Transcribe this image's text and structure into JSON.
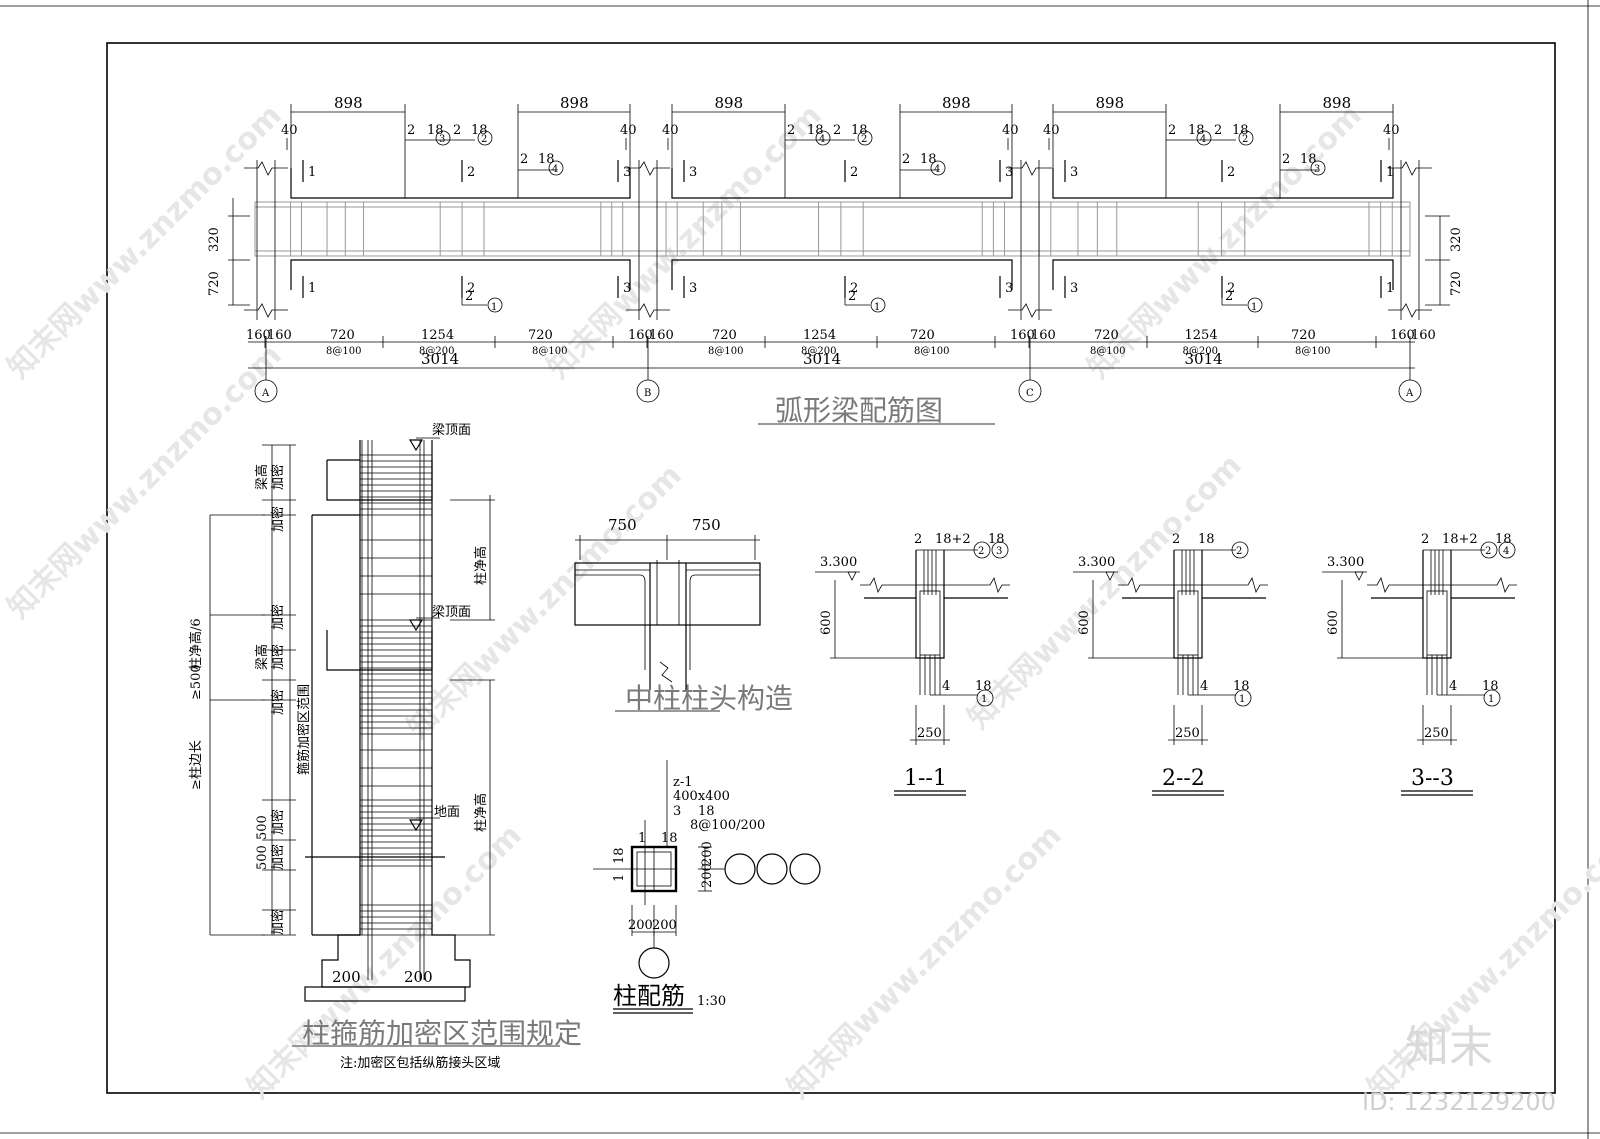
{
  "beam": {
    "title": "弧形梁配筋图",
    "top_dim": "898",
    "offset_dim": "40",
    "label_top_a": "2",
    "label_top_b": "18",
    "section_marks": [
      "1",
      "2",
      "3"
    ],
    "circles": [
      "1",
      "2",
      "3",
      "4"
    ],
    "left_dims": [
      "320",
      "720"
    ],
    "right_dims": [
      "320",
      "720"
    ],
    "bottom_dims": {
      "edge": "160",
      "end": "720",
      "mid": "1254",
      "span": "3014"
    },
    "stirrups": {
      "end": "8@100",
      "mid": "8@200"
    },
    "axes": [
      "A",
      "B",
      "C",
      "A"
    ]
  },
  "column_zone": {
    "title": "柱箍筋加密区范围规定",
    "note": "注:加密区包括纵筋接头区域",
    "beam_top": "梁顶面",
    "ground": "地面",
    "beam_height": "梁高",
    "dense": "加密",
    "clear_height": "柱净高",
    "dense_range": "箍筋加密区范围",
    "dims": [
      "500",
      "500",
      "200",
      "200"
    ],
    "left_text": "≥柱边长",
    "left_text2": "≥500",
    "left_text3": "柱净高/6"
  },
  "mid_column": {
    "title": "中柱柱头构造",
    "dims": [
      "750",
      "750"
    ]
  },
  "sections": [
    {
      "name": "1--1",
      "top": "2",
      "top_b": "18+2",
      "top_c": "18",
      "c1": "2",
      "c2": "3",
      "bot_a": "4",
      "bot_b": "18",
      "bc": "1",
      "elev": "3.300",
      "h": "600",
      "w": "250"
    },
    {
      "name": "2--2",
      "top": "2",
      "top_b": "18",
      "top_c": "",
      "c1": "2",
      "c2": "",
      "bot_a": "4",
      "bot_b": "18",
      "bc": "1",
      "elev": "3.300",
      "h": "600",
      "w": "250"
    },
    {
      "name": "3--3",
      "top": "2",
      "top_b": "18+2",
      "top_c": "18",
      "c1": "2",
      "c2": "4",
      "bot_a": "4",
      "bot_b": "18",
      "bc": "1",
      "elev": "3.300",
      "h": "600",
      "w": "250"
    }
  ],
  "column_rebar": {
    "title": "柱配筋",
    "scale": "1:30",
    "id": "z-1",
    "size": "400x400",
    "bars_a": "3",
    "bars_b": "18",
    "stirrup": "8@100/200",
    "top_a": "1",
    "top_b": "18",
    "side_a": "18",
    "side_b": "1",
    "dims": [
      "200",
      "200"
    ]
  },
  "brand": {
    "logo": "知末",
    "id": "ID: 1232129200",
    "watermark": "知末网www.znzmo.com"
  }
}
